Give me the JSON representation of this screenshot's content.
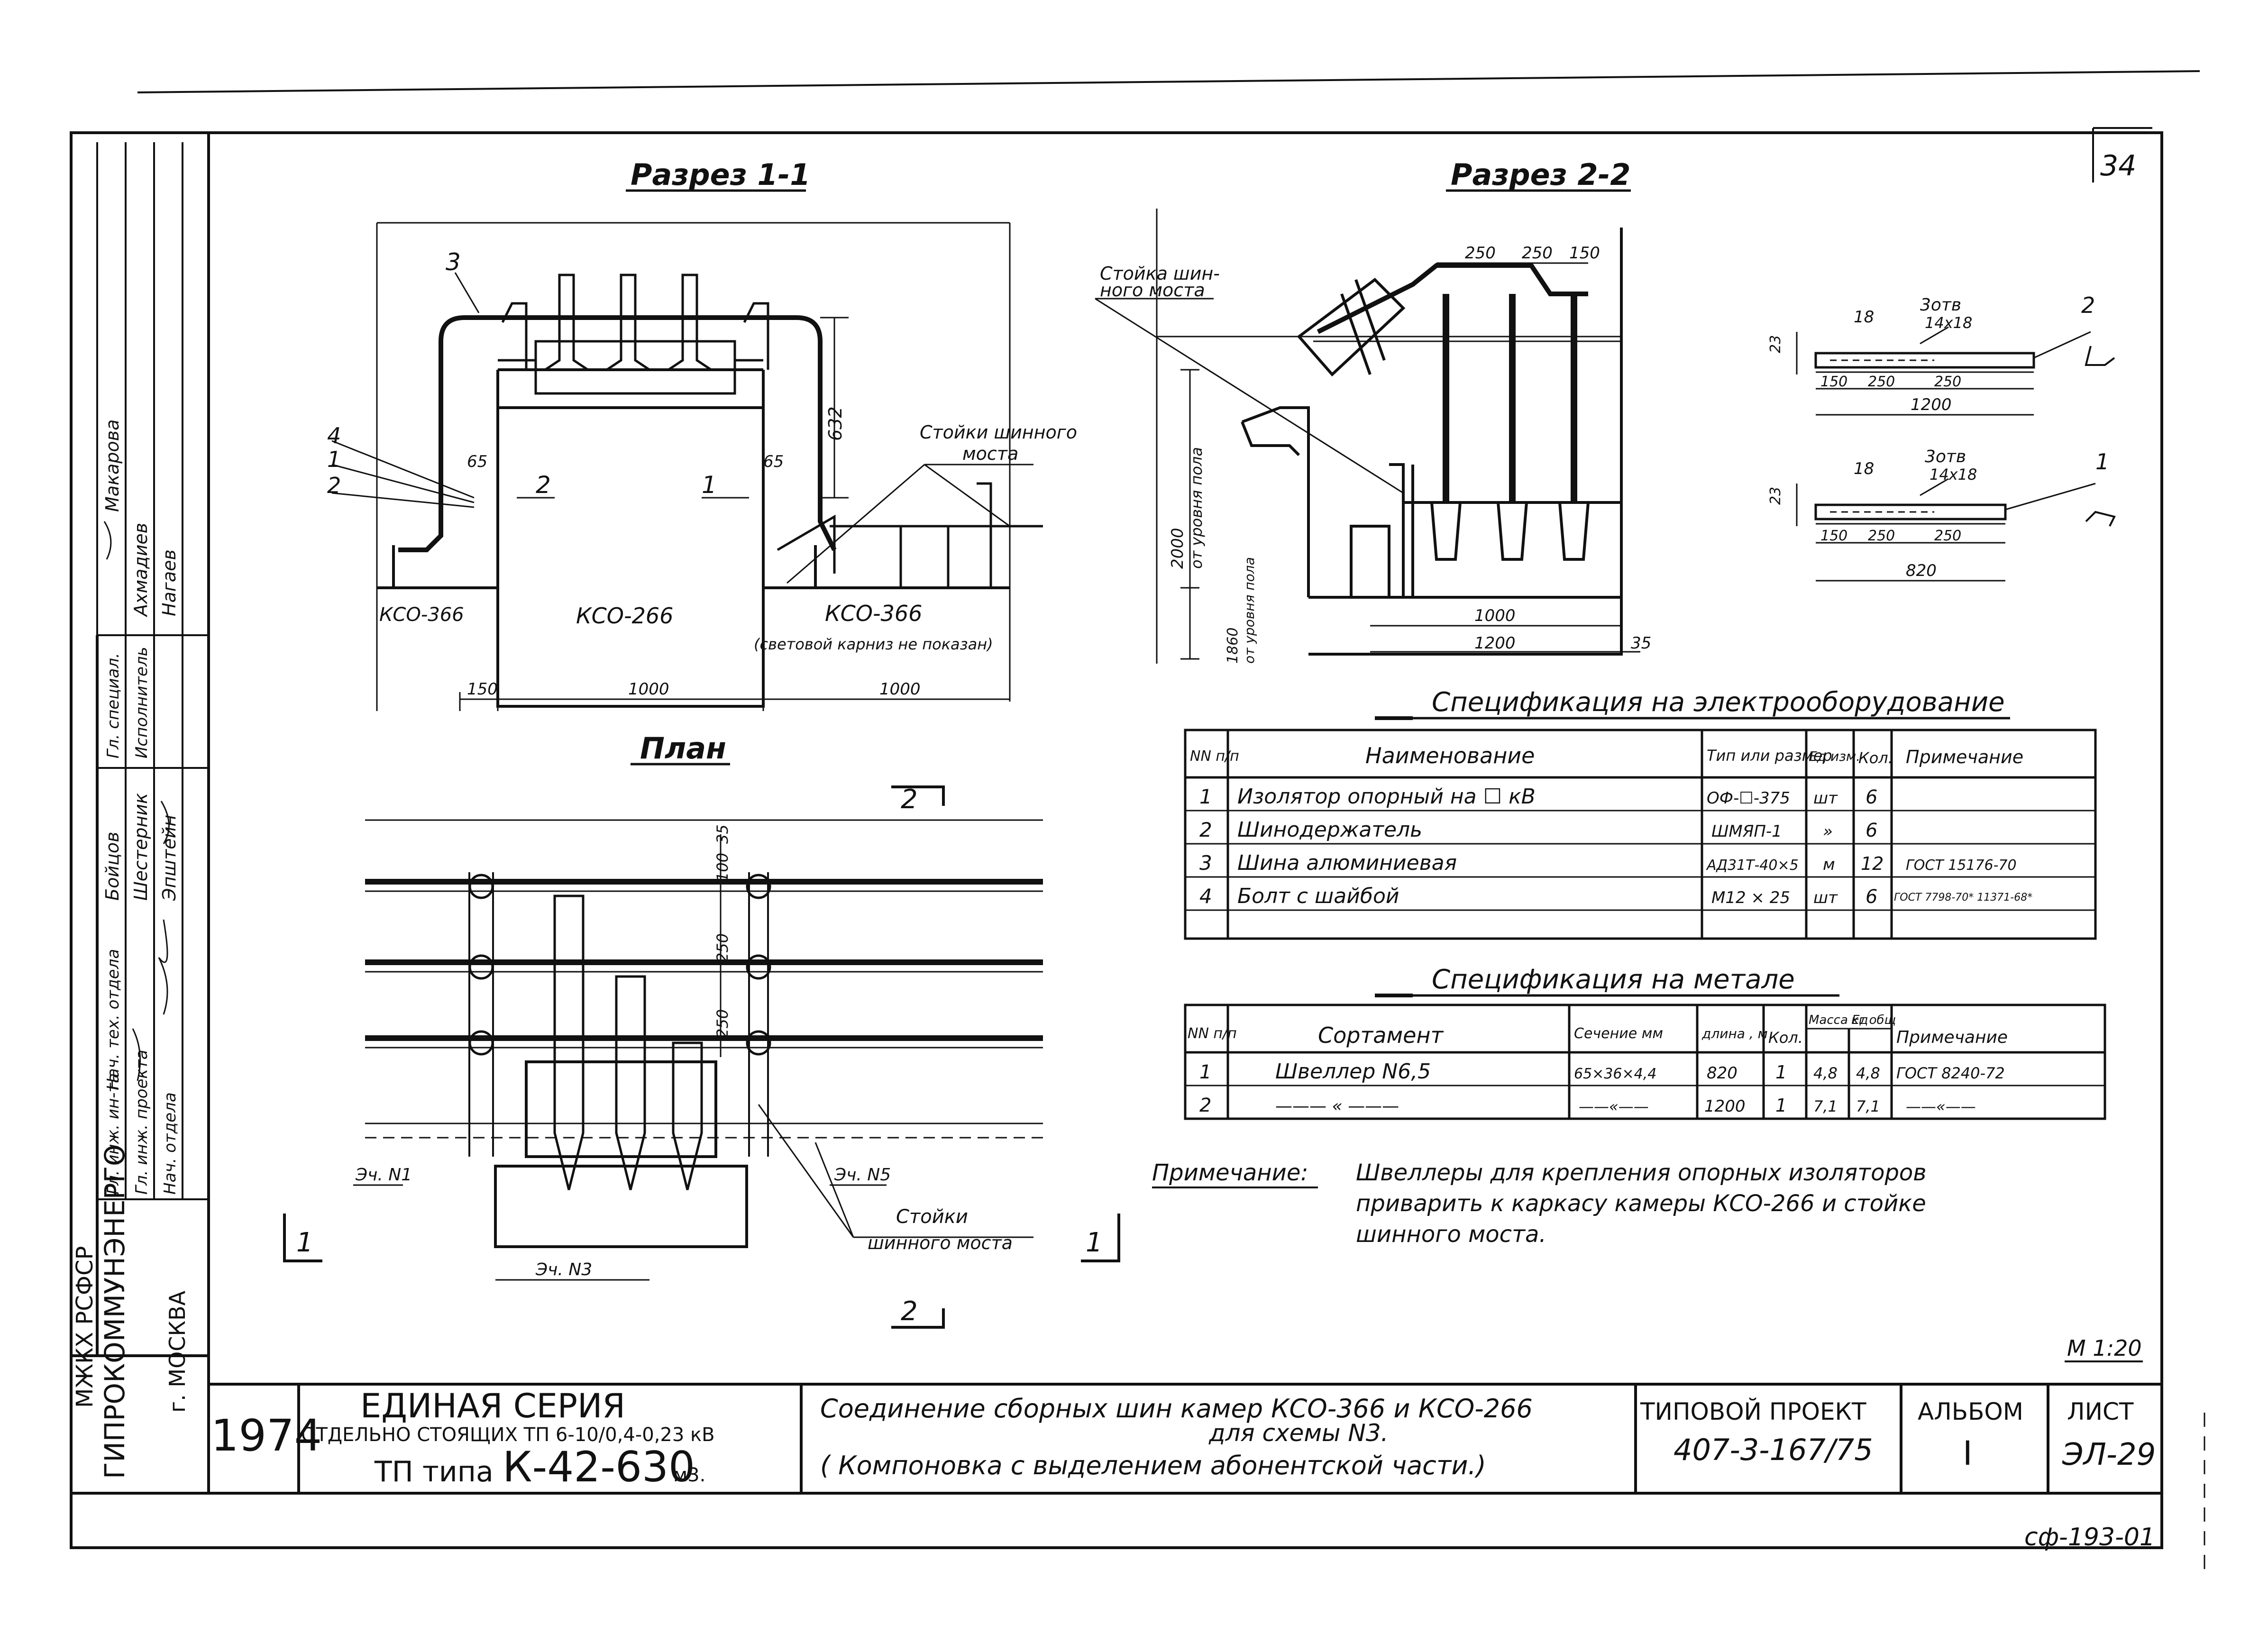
{
  "sheet": {
    "page_number": "34",
    "scale": "М 1:20",
    "stamp_code": "сф-193-01"
  },
  "views": {
    "section_1": "Разрез 1-1",
    "section_2": "Разрез 2-2",
    "plan": "План"
  },
  "section_1_labels": {
    "callout_3": "3",
    "callout_4": "4",
    "callout_1": "1",
    "callout_2": "2",
    "mark_2": "2",
    "mark_1": "1",
    "dim_65_left": "65",
    "dim_65_right": "65",
    "dim_632": "632",
    "stand_note_line1": "Стойки шинного",
    "stand_note_line2": "моста",
    "kso_left": "КСО-366",
    "kso_mid": "КСО-266",
    "kso_right": "КСО-366",
    "cornice_note": "(световой карниз не показан)",
    "dim_150": "150",
    "dim_1000_a": "1000",
    "dim_1000_b": "1000"
  },
  "section_2_labels": {
    "stand_note_line1": "Стойка шин-",
    "stand_note_line2": "ного моста",
    "dim_250_a": "250",
    "dim_250_b": "250",
    "dim_150": "150",
    "height_2000_line1": "2000",
    "height_2000_line2": "от уровня пола",
    "height_1860_line1": "1860",
    "height_1860_line2": "от уровня пола",
    "dim_1000": "1000",
    "dim_1200": "1200",
    "dim_35": "35"
  },
  "details": {
    "detail_top": {
      "dim_18": "18",
      "holes_line1": "3отв",
      "holes_line2": "14х18",
      "callout": "2",
      "dim_23": "23",
      "dim_150": "150",
      "dim_250_a": "250",
      "dim_250_b": "250",
      "total": "1200"
    },
    "detail_bottom": {
      "dim_18": "18",
      "holes_line1": "3отв",
      "holes_line2": "14х18",
      "callout": "1",
      "dim_23": "23",
      "dim_150": "150",
      "dim_250_a": "250",
      "dim_250_b": "250",
      "total": "820"
    }
  },
  "plan_labels": {
    "dim_100": "100",
    "dim_35": "35",
    "dim_250_a": "250",
    "dim_250_b": "250",
    "part_1": "Эч. N1",
    "part_5": "Эч. N5",
    "part_3": "Эч. N3",
    "stand_note_line1": "Стойки",
    "stand_note_line2": "шинного моста",
    "cut_1_left": "1",
    "cut_1_right": "1",
    "cut_2_top": "2",
    "cut_2_bottom": "2"
  },
  "spec_electrical": {
    "title": "Спецификация на электрооборудование",
    "headers": [
      "NN п/п",
      "Наименование",
      "Тип или размер",
      "Ед изм.",
      "Кол.",
      "Примечание"
    ],
    "rows": [
      [
        "1",
        "Изолятор опорный на ☐ кВ",
        "ОФ-☐-375",
        "шт",
        "6",
        ""
      ],
      [
        "2",
        "Шинодержатель",
        "ШМЯП-1",
        "»",
        "6",
        ""
      ],
      [
        "3",
        "Шина алюминиевая",
        "АД31Т-40×5",
        "м",
        "12",
        "ГОСТ 15176-70"
      ],
      [
        "4",
        "Болт с шайбой",
        "М12 × 25",
        "шт",
        "6",
        "ГОСТ 7798-70* 11371-68*"
      ],
      [
        "",
        "",
        "",
        "",
        "",
        ""
      ]
    ]
  },
  "spec_metal": {
    "title": "Спецификация на метале",
    "headers": [
      "NN п/п",
      "Сортамент",
      "Сечение мм",
      "длина , м",
      "Кол.",
      "Масса Ед",
      "кг общ",
      "Примечание"
    ],
    "rows": [
      [
        "1",
        "Швеллер N6,5",
        "65×36×4,4",
        "820",
        "1",
        "4,8",
        "4,8",
        "ГОСТ 8240-72"
      ],
      [
        "2",
        "——— « ———",
        "——«——",
        "1200",
        "1",
        "7,1",
        "7,1",
        "——«——"
      ]
    ]
  },
  "note": {
    "label": "Примечание:",
    "line1": "Швеллеры для крепления опорных изоляторов",
    "line2": "приварить к каркасу камеры КСО-266 и стойке",
    "line3": "шинного моста."
  },
  "left_strip": {
    "org_line1": "МЖКХ РСФСР",
    "org_line2": "ГИПРОКОММУНЭНЕРГО",
    "city": "г. МОСКВА",
    "roles": [
      "Гл. инж. ин-та",
      "Нач. тех. отдела",
      "Гл. инж. проекта",
      "Нач. отдела",
      "Гл. специал.",
      "Исполнитель"
    ],
    "names": [
      "Бойцов",
      "Шестерник",
      "Эпштейн",
      "Нагаев",
      "Ахмадиев",
      "Макарова"
    ]
  },
  "title_block": {
    "year": "1974",
    "series_line1": "ЕДИНАЯ СЕРИЯ",
    "series_line2": "ОТДЕЛЬНО СТОЯЩИХ ТП 6-10/0,4-0,23 кВ",
    "series_line3_prefix": "ТП типа",
    "series_line3_type": "К-42-630",
    "series_line3_suffix": "м3.",
    "desc_line1": "Соединение сборных шин камер КСО-366 и КСО-266",
    "desc_line2": "для схемы N3.",
    "desc_line3": "( Компоновка с выделением абонентской части.)",
    "project_label": "ТИПОВОЙ ПРОЕКТ",
    "project_number": "407-3-167/75",
    "album_label": "АЛЬБОМ",
    "album_number": "I",
    "sheet_label": "ЛИСТ",
    "sheet_number": "ЭЛ-29"
  }
}
